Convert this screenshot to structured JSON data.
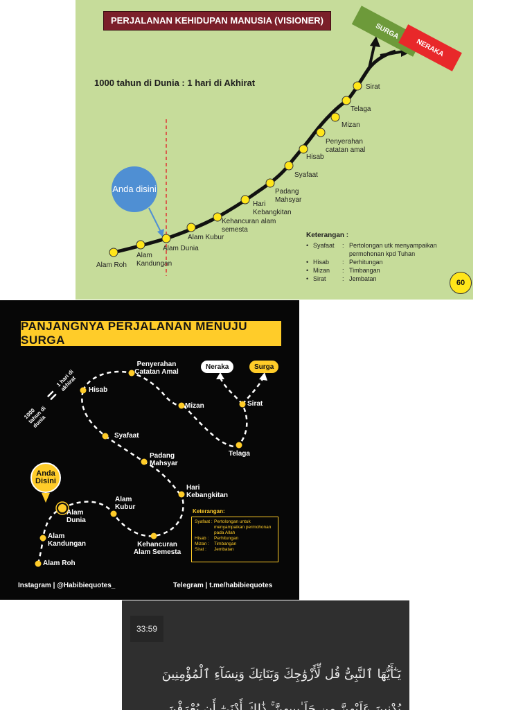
{
  "panel1": {
    "title": "PERJALANAN KEHIDUPAN MANUSIA (VISIONER)",
    "ratio": "1000 tahun di Dunia : 1 hari di Akhirat",
    "anda_disini": "Anda disini",
    "surga": "SURGA",
    "neraka": "NERAKA",
    "stages": {
      "alam_roh": "Alam Roh",
      "alam_kandungan": "Alam Kandungan",
      "alam_dunia": "Alam Dunia",
      "alam_kubur": "Alam Kubur",
      "kehancuran": "Kehancuran alam semesta",
      "hari_kebangkitan": "Hari Kebangkitan",
      "padang_mahsyar": "Padang Mahsyar",
      "syafaat": "Syafaat",
      "hisab": "Hisab",
      "penyerahan": "Penyerahan catatan amal",
      "mizan": "Mizan",
      "telaga": "Telaga",
      "sirat": "Sirat"
    },
    "keterangan": {
      "heading": "Keterangan :",
      "items": [
        {
          "term": "Syafaat",
          "desc": "Pertolongan utk menyampaikan permohonan kpd Tuhan"
        },
        {
          "term": "Hisab",
          "desc": "Perhitungan"
        },
        {
          "term": "Mizan",
          "desc": "Timbangan"
        },
        {
          "term": "Sirat",
          "desc": "Jembatan"
        }
      ]
    },
    "page_number": "60",
    "colors": {
      "background": "#c6dc9a",
      "title_bg": "#7b1f2a",
      "dot": "#ffe61a",
      "surga": "#6d9a3a",
      "neraka": "#e8282a"
    }
  },
  "panel2": {
    "title": "PANJANGNYA PERJALANAN MENUJU SURGA",
    "ratio_left": "1000 tahun di dunia",
    "ratio_right": "1 hari di akhirat",
    "anda_disini": "Anda Disini",
    "stages": {
      "alam_roh": "Alam Roh",
      "alam_kandungan": "Alam Kandungan",
      "alam_dunia": "Alam Dunia",
      "alam_kubur": "Alam Kubur",
      "kehancuran": "Kehancuran Alam Semesta",
      "hari_kebangkitan": "Hari Kebangkitan",
      "padang_mahsyar": "Padang Mahsyar",
      "syafaat": "Syafaat",
      "hisab": "Hisab",
      "penyerahan": "Penyerahan Catatan Amal",
      "mizan": "Mizan",
      "telaga": "Telaga",
      "sirat": "Sirat",
      "neraka": "Neraka",
      "surga": "Surga"
    },
    "keterangan": {
      "heading": "Keterangan:",
      "items": [
        {
          "term": "Syafaat :",
          "desc": "Pertolongan untuk menyampaikan permohonan pada Allah"
        },
        {
          "term": "Hisab :",
          "desc": "Perhitungan"
        },
        {
          "term": "Mizan :",
          "desc": "Timbangan"
        },
        {
          "term": "Sirat :",
          "desc": "Jembatan"
        }
      ]
    },
    "instagram": "Instagram | @Habibiequotes_",
    "telegram": "Telegram | t.me/habibiequotes",
    "colors": {
      "background": "#070707",
      "accent": "#ffcc29"
    }
  },
  "panel3": {
    "reference": "33:59",
    "arabic_line1": "يَـٰٓأَيُّهَا ٱلنَّبِىُّ قُل لِّأَزْوَٰجِكَ وَبَنَاتِكَ وَنِسَآءِ ٱلْمُؤْمِنِينَ",
    "arabic_line2": "يُدْنِينَ عَلَيْهِنَّ مِن جَلَـٰبِيبِهِنَّ ۚ ذَٰلِكَ أَدْنَىٰٓ أَن يُعْرَفْنَ"
  }
}
